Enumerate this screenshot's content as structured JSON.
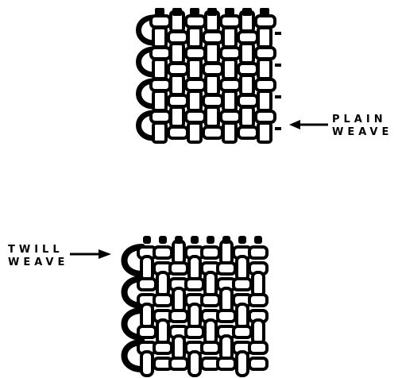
{
  "labels": {
    "plain": {
      "line1": "PLAIN",
      "line2": "WEAVE"
    },
    "twill": {
      "line1": "TWILL",
      "line2": "WEAVE"
    }
  },
  "icons": {
    "plain_swatch": "plain-weave-swatch-icon",
    "twill_swatch": "twill-weave-swatch-icon",
    "arrow": "arrow-pointer-icon"
  },
  "colors": {
    "ink": "#000000",
    "paper": "#ffffff"
  }
}
